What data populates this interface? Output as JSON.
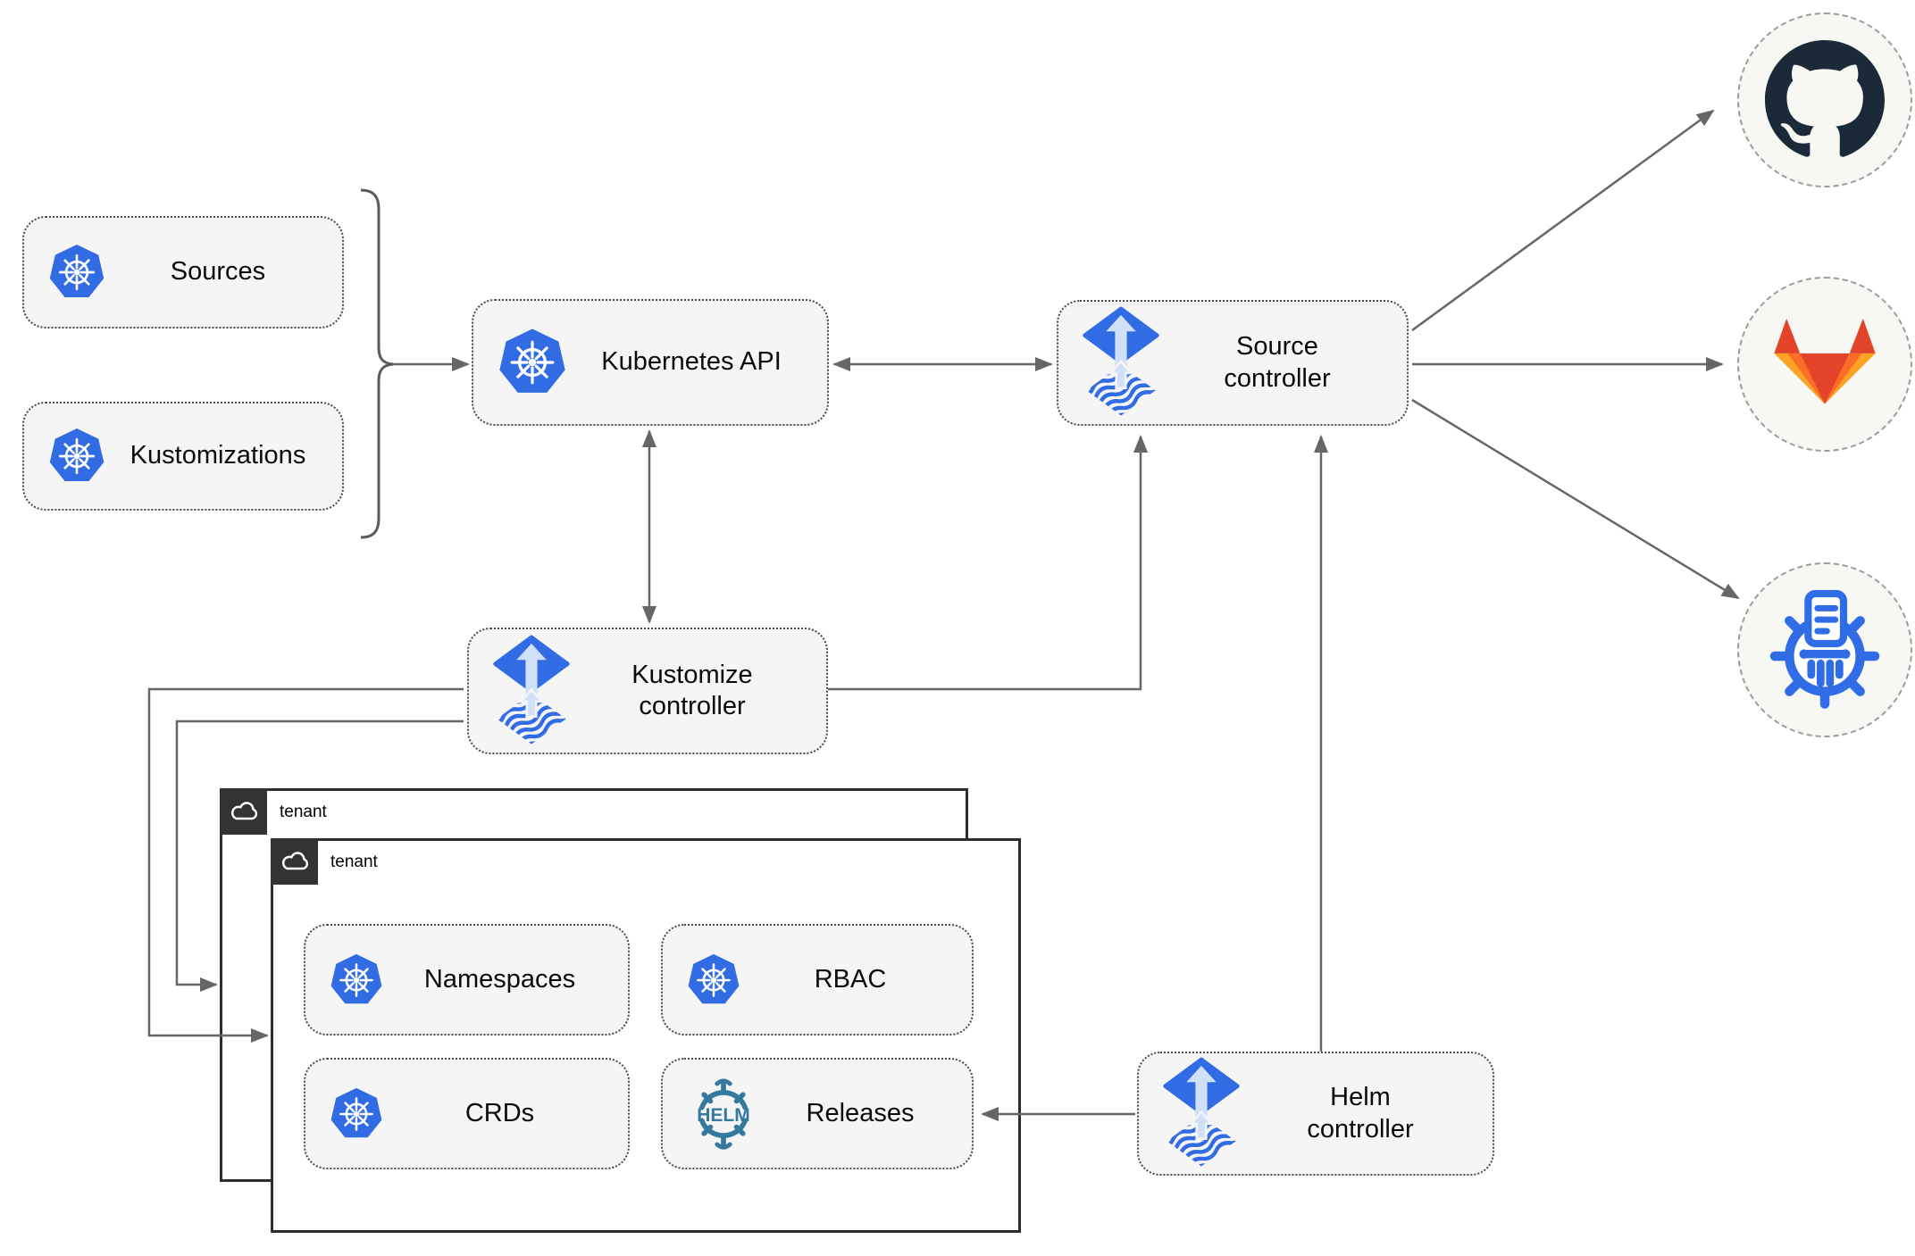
{
  "nodes": {
    "sources": {
      "label": "Sources"
    },
    "kustomizations": {
      "label": "Kustomizations"
    },
    "kubernetes_api": {
      "label": "Kubernetes API"
    },
    "source_controller": {
      "label": "Source\ncontroller"
    },
    "kustomize_controller": {
      "label": "Kustomize\ncontroller"
    },
    "helm_controller": {
      "label": "Helm\ncontroller"
    },
    "namespaces": {
      "label": "Namespaces"
    },
    "rbac": {
      "label": "RBAC"
    },
    "crds": {
      "label": "CRDs"
    },
    "releases": {
      "label": "Releases"
    }
  },
  "tenants": {
    "back": {
      "label": "tenant"
    },
    "front": {
      "label": "tenant"
    }
  },
  "icons": {
    "helm_logo_text": "HELM",
    "external": [
      "github-icon",
      "gitlab-icon",
      "chartmuseum-icon"
    ]
  },
  "colors": {
    "kubernetes_blue": "#326ce5",
    "flux_blue": "#316ce4",
    "flux_arrow_light": "#cfe0f8",
    "helm_teal": "#35799e",
    "github_dark": "#1b2a38",
    "gitlab_red": "#e24329",
    "gitlab_orange": "#fc6d26",
    "gitlab_amber": "#fca326",
    "chartmuseum_blue": "#2f6ce5",
    "line_gray": "#666666",
    "node_fill": "#f5f5f5",
    "tenant_border": "#2d2d2d",
    "tenant_tab": "#333333",
    "circle_fill": "#f7f7f4"
  }
}
